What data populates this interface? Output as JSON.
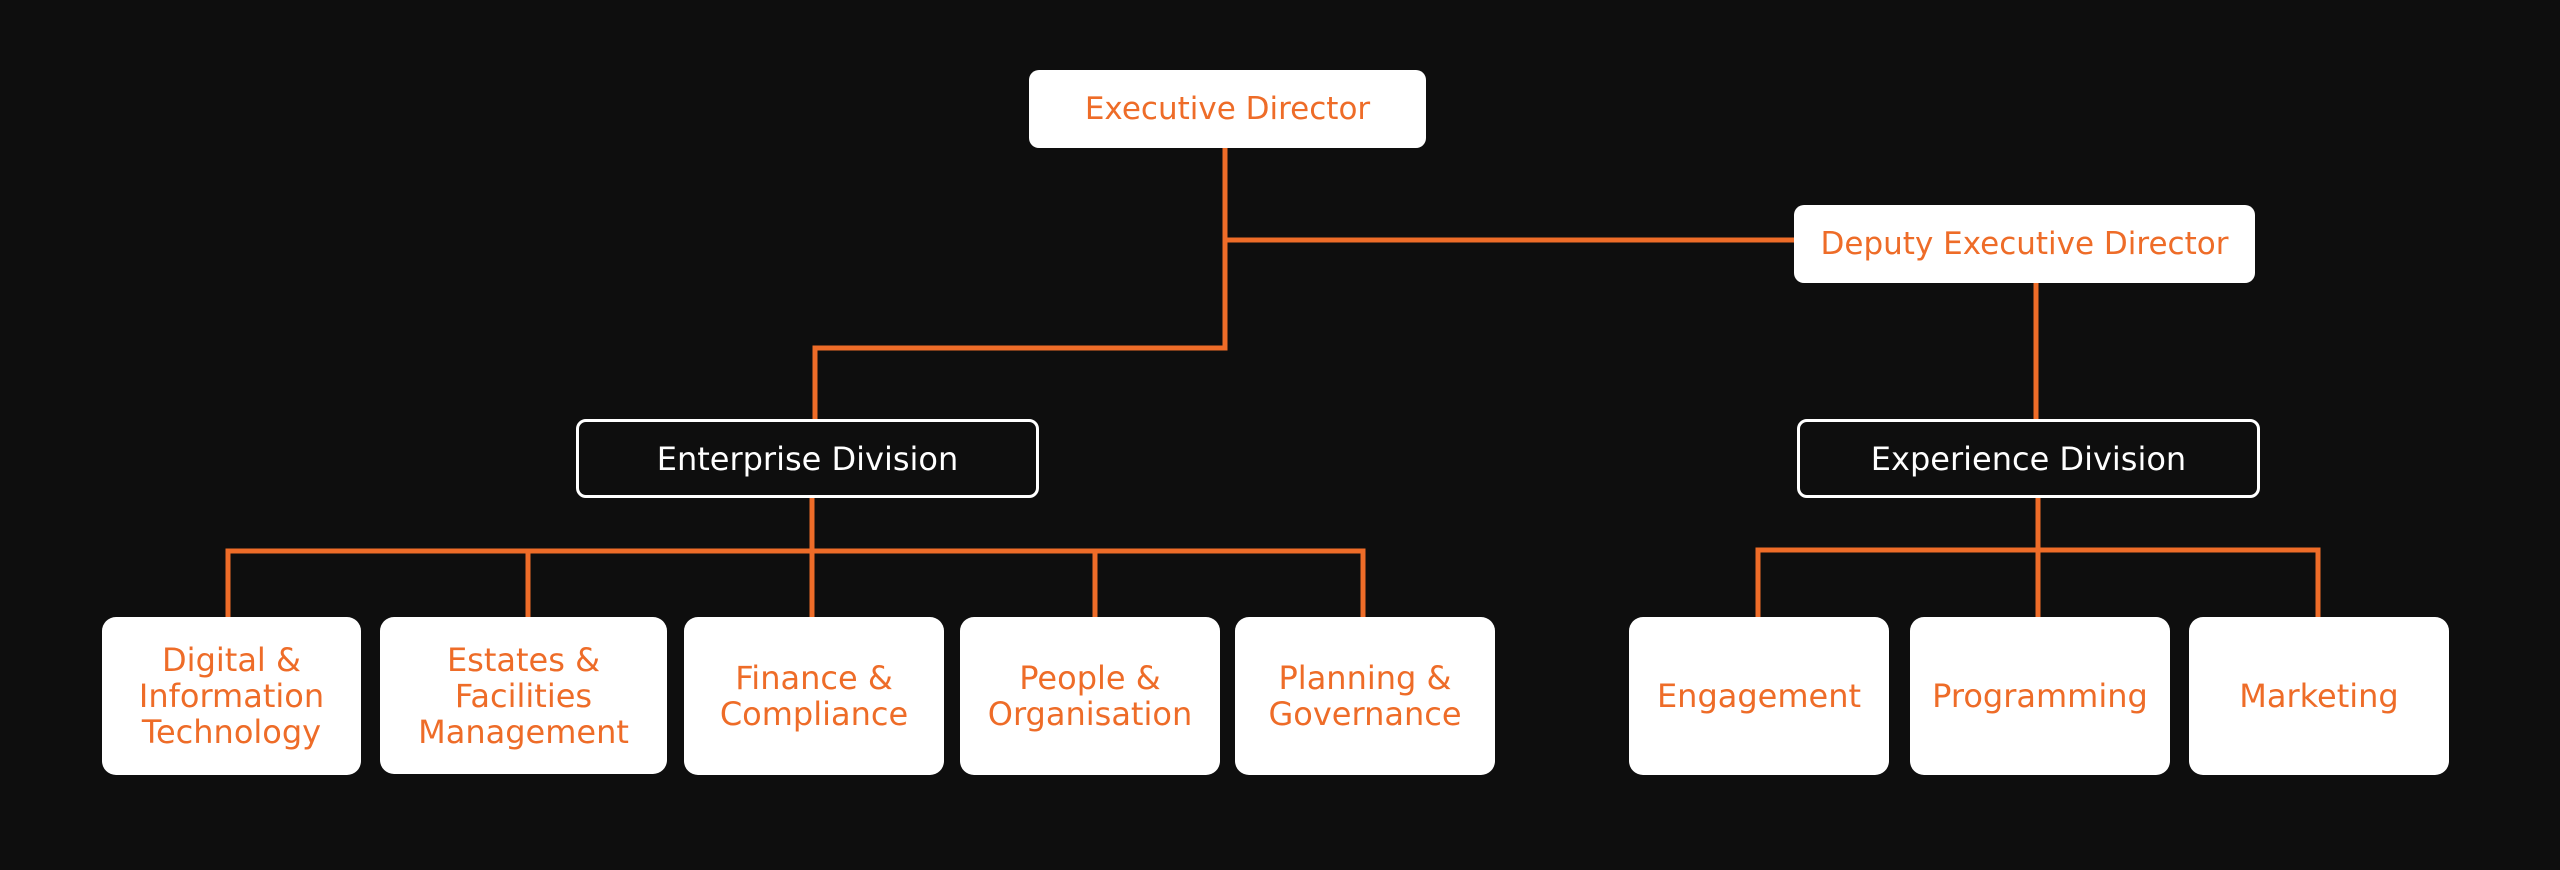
{
  "colors": {
    "background": "#0e0e0e",
    "connector": "#ee6c28",
    "box": "#ffffff",
    "accent_text": "#ee6c28",
    "division_text": "#ffffff"
  },
  "org_chart": {
    "executive_director": "Executive Director",
    "deputy_executive_director": "Deputy Executive Director",
    "enterprise_division": {
      "label": "Enterprise Division",
      "units": [
        "Digital &\nInformation\nTechnology",
        "Estates &\nFacilities\nManagement",
        "Finance &\nCompliance",
        "People &\nOrganisation",
        "Planning &\nGovernance"
      ]
    },
    "experience_division": {
      "label": "Experience Division",
      "units": [
        "Engagement",
        "Programming",
        "Marketing"
      ]
    }
  }
}
